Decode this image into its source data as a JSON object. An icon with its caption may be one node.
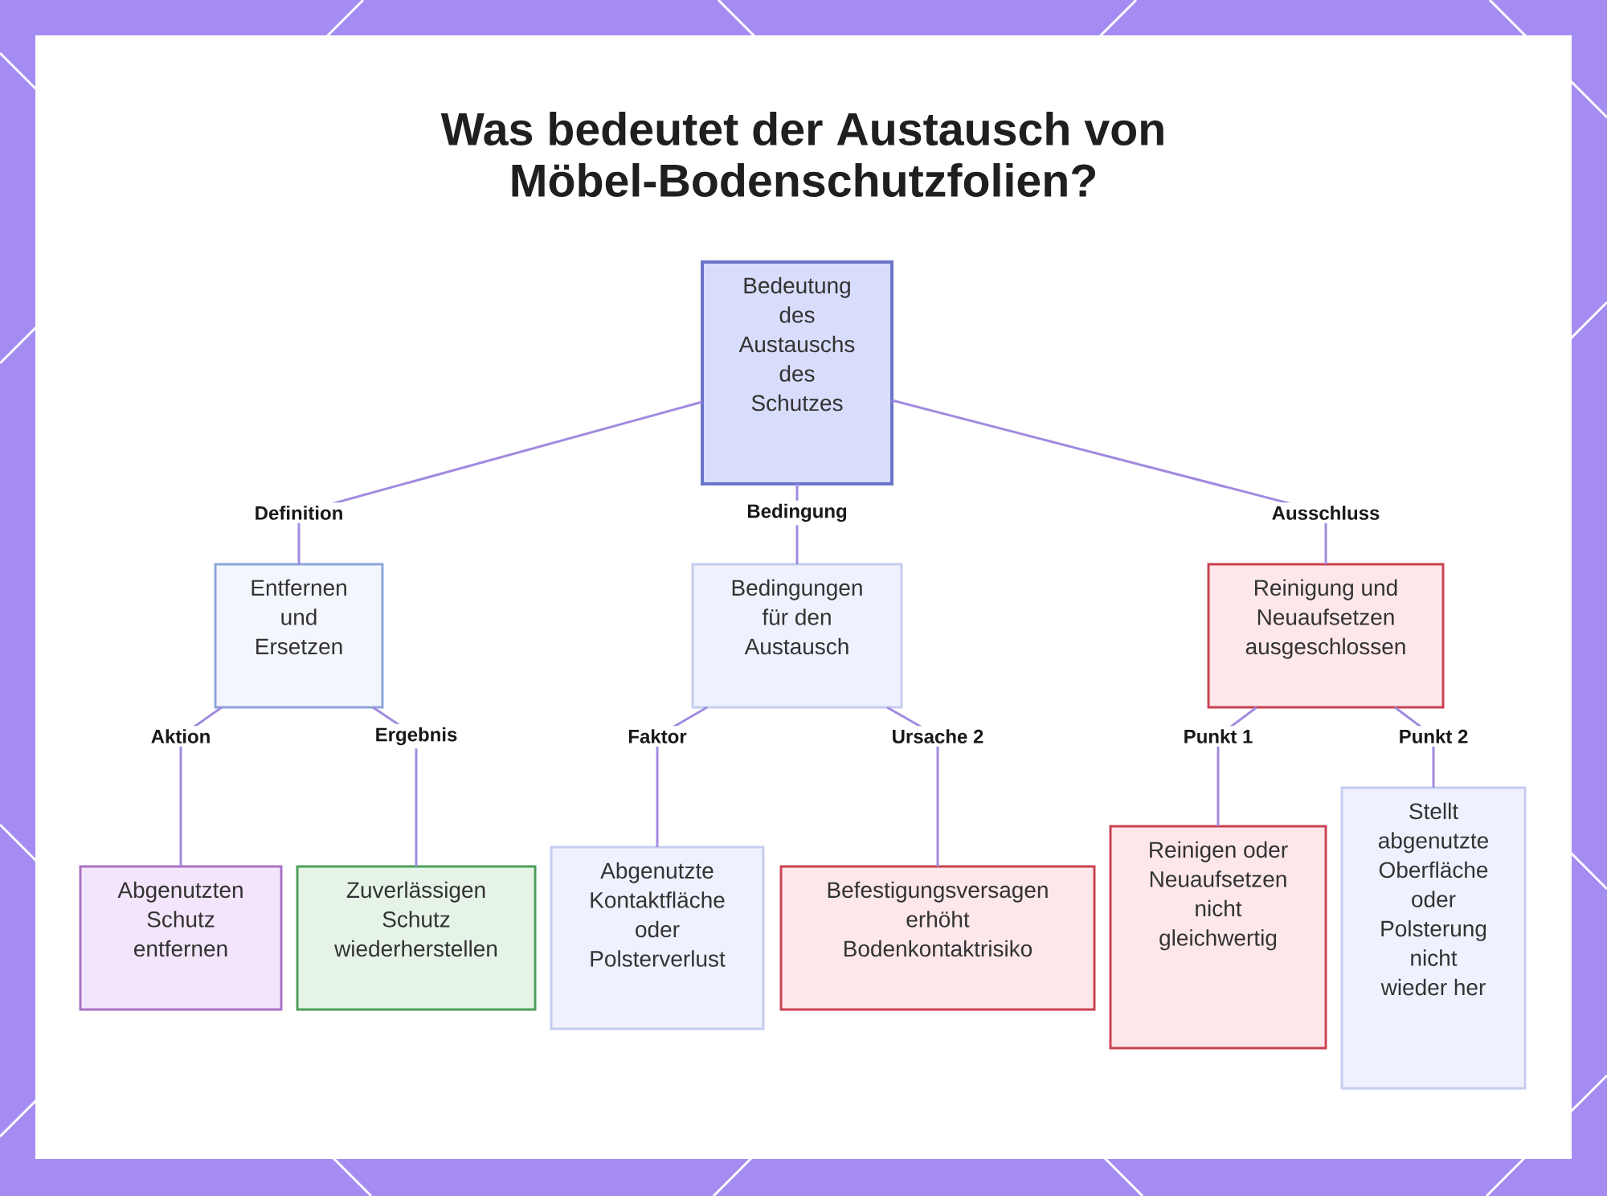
{
  "diagram": {
    "title": "Was bedeutet der Austausch von Möbel-Bodenschutzfolien?",
    "nodes": [
      {
        "text": [
          "Bedeutung des Austauschs des Schutzes"
        ]
      },
      {
        "text": [
          "Entfernen und Ersetzen"
        ]
      },
      {
        "text": [
          "Bedingungen für den Austausch"
        ]
      },
      {
        "text": [
          "Reinigung und Neuaufsetzen ausgeschlossen"
        ]
      },
      {
        "text": [
          "Abgenutzten Schutz entfernen"
        ]
      },
      {
        "text": [
          "Zuverlässigen Schutz wiederherstellen"
        ]
      },
      {
        "text": [
          "Abgenutzte Kontaktfläche oder Polsterverlust"
        ]
      },
      {
        "text": [
          "Befestigungsversagen erhöht Bodenkontaktrisiko"
        ]
      },
      {
        "text": [
          "Reinigen oder Neuaufsetzen nicht gleichwertig"
        ]
      },
      {
        "text": [
          "Stellt abgenutzte Oberfläche oder Polsterung nicht wieder her"
        ]
      }
    ],
    "edges": [
      {
        "from": 0,
        "to": 1,
        "arrow": "none",
        "label": "Definition"
      },
      {
        "from": 0,
        "to": 2,
        "arrow": "none",
        "label": "Bedingung"
      },
      {
        "from": 0,
        "to": 3,
        "arrow": "none",
        "label": "Ausschluss"
      },
      {
        "from": 1,
        "to": 4,
        "arrow": "none",
        "label": "Aktion"
      },
      {
        "from": 1,
        "to": 5,
        "arrow": "none",
        "label": "Ergebnis"
      },
      {
        "from": 2,
        "to": 6,
        "arrow": "none",
        "label": "Faktor"
      },
      {
        "from": 2,
        "to": 7,
        "arrow": "none",
        "label": "Ursache 2"
      },
      {
        "from": 3,
        "to": 8,
        "arrow": "none",
        "label": "Punkt 1"
      },
      {
        "from": 3,
        "to": 9,
        "arrow": "none",
        "label": "Punkt 2"
      }
    ]
  }
}
